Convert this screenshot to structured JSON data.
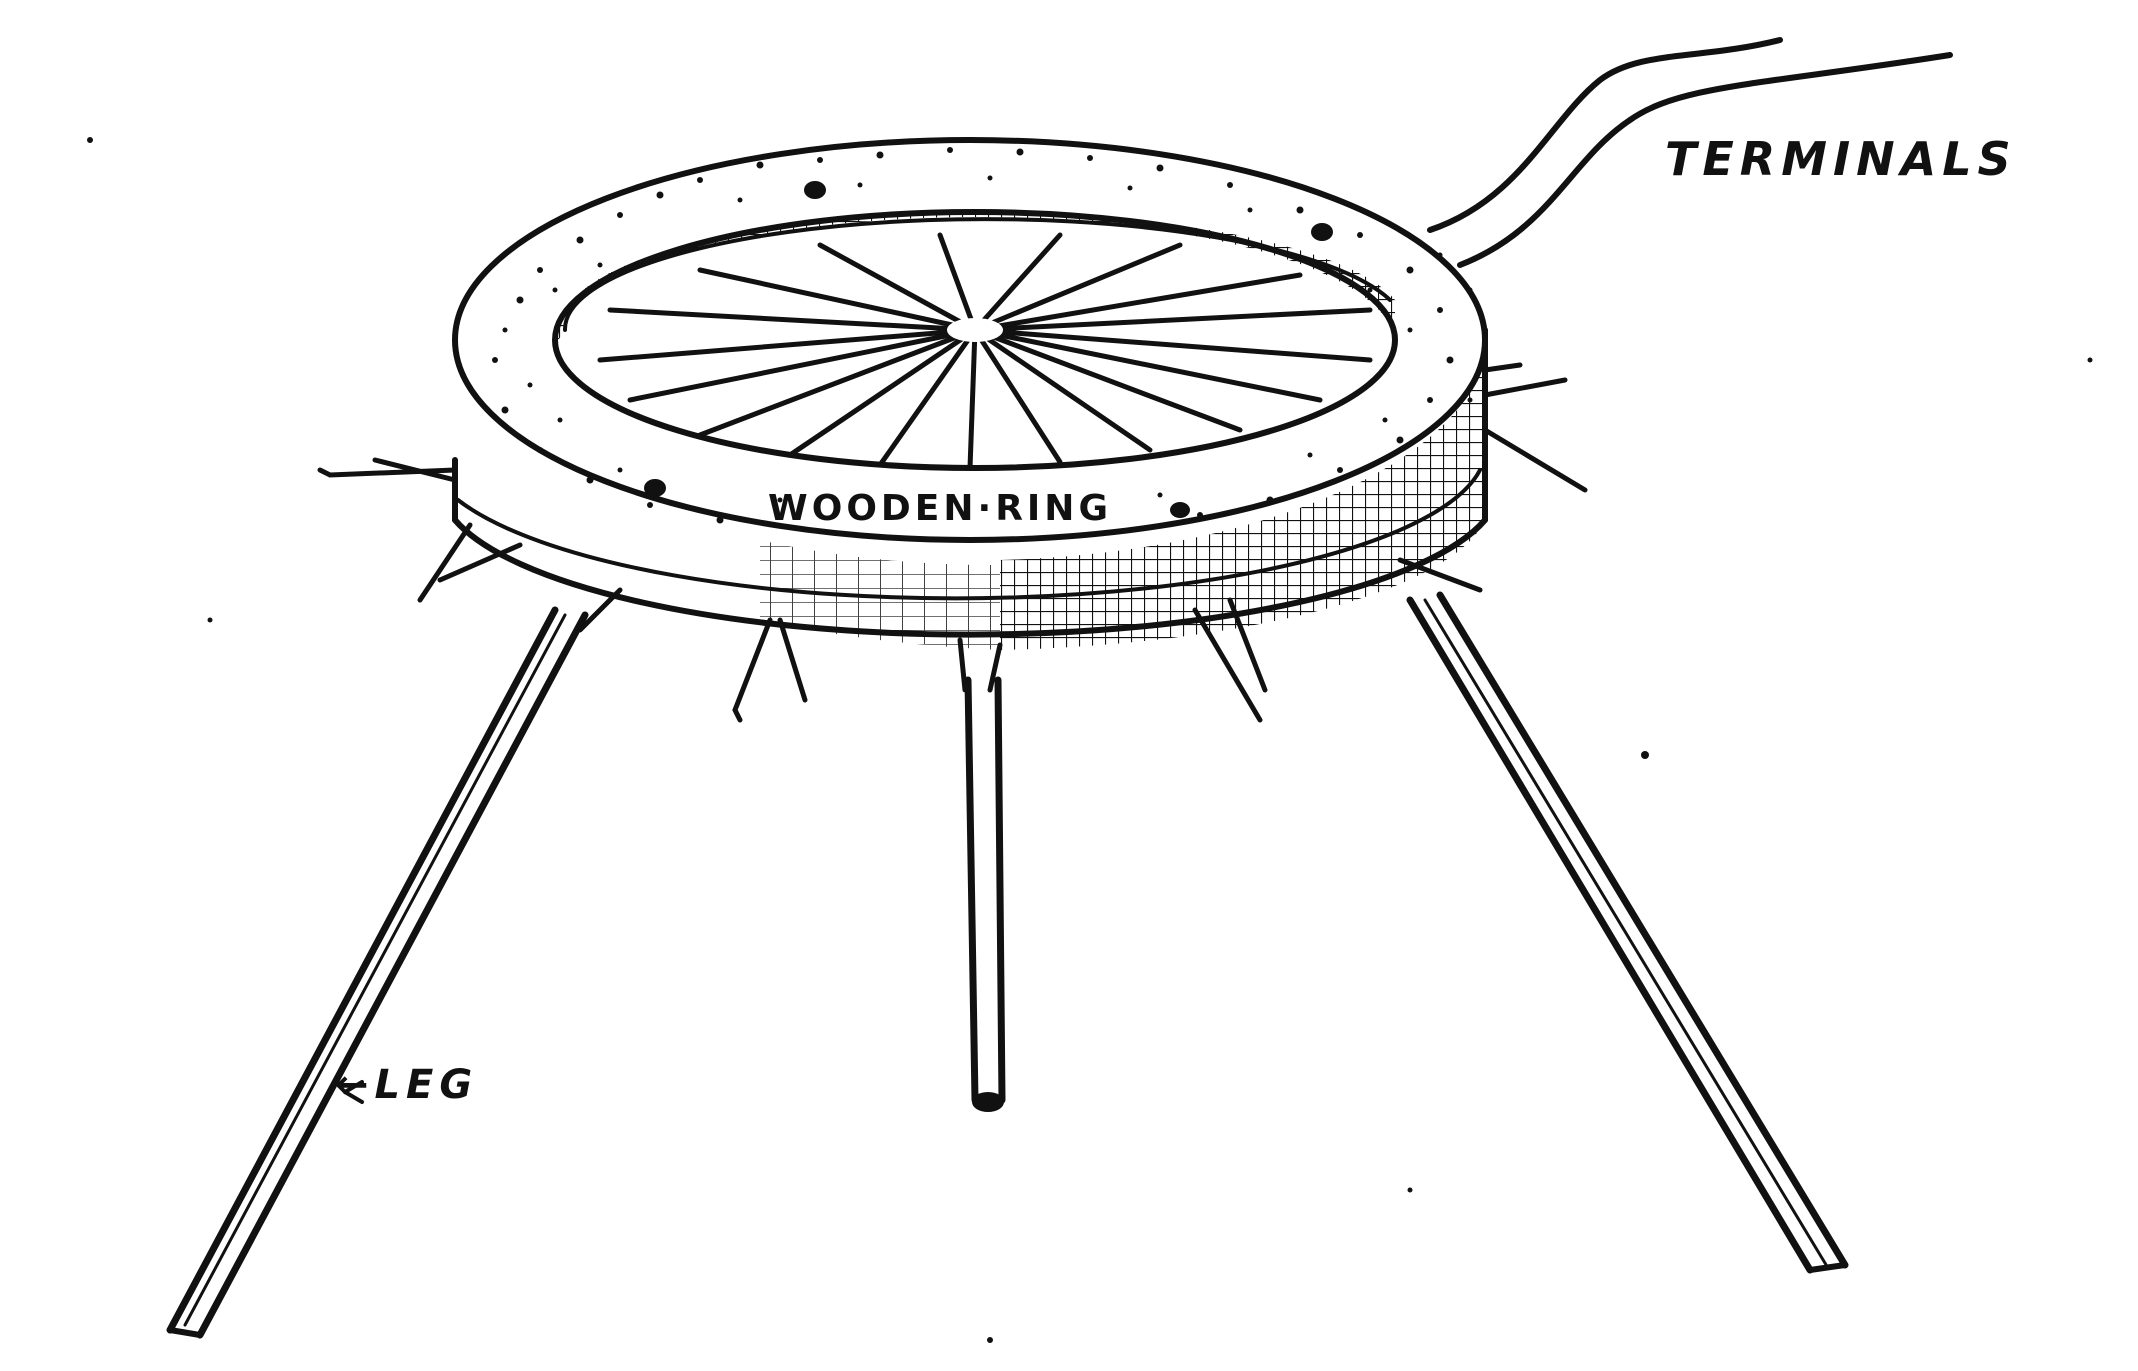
{
  "labels": {
    "terminals": "TERMINALS",
    "wooden_ring": "WOODEN·RING",
    "leg": "←LEG"
  },
  "colors": {
    "ink": "#111111",
    "paper": "#ffffff"
  }
}
